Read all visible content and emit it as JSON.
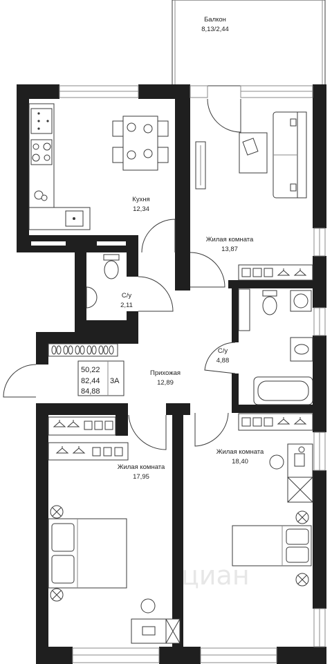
{
  "balcony": {
    "label": "Балкон",
    "area": "8,13/2,44"
  },
  "rooms": {
    "kitchen": {
      "label": "Кухня",
      "area": "12,34"
    },
    "living_top": {
      "label": "Жилая комната",
      "area": "13,87"
    },
    "wc_small": {
      "label": "С/у",
      "area": "2,11"
    },
    "wc_large": {
      "label": "С/у",
      "area": "4,88"
    },
    "hallway": {
      "label": "Прихожая",
      "area": "12,89"
    },
    "living_right": {
      "label": "Жилая комната",
      "area": "18,40"
    },
    "living_left": {
      "label": "Жилая комната",
      "area": "17,95"
    }
  },
  "summary": {
    "values": [
      "50,22",
      "82,44",
      "84,88"
    ],
    "code": "3А"
  },
  "watermark": "циан",
  "colors": {
    "wall": "#1f1f1f",
    "line": "#3a3a3a",
    "window": "#8a8a8a"
  }
}
